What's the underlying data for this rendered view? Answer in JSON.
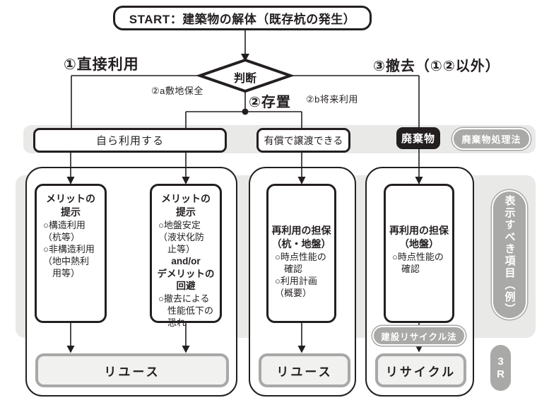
{
  "title": {
    "start": "START：建築物の解体（既存杭の発生）"
  },
  "decision": {
    "label": "判断"
  },
  "branches": {
    "direct_use": "①直接利用",
    "leave_in_place": "②存置",
    "site_preservation": "②a敷地保全",
    "future_use": "②b将来利用",
    "removal": "③撤去（①②以外）"
  },
  "band": {
    "self_use": "自ら利用する",
    "paid_transfer": "有償で譲渡できる",
    "waste": "廃棄物",
    "waste_law": "廃棄物処理法"
  },
  "boxes": {
    "box1": {
      "title": "メリットの\n提示",
      "body": "○構造利用\n（杭等）\n○非構造利用\n（地中熱利\n　用等）"
    },
    "box2": {
      "title": "メリットの\n提示",
      "body": "○地盤安定\n（液状化防\n　止等）",
      "mid": "and/or\nデメリットの\n回避",
      "body2": "○撤去による\n　性能低下の\n　恐れ"
    },
    "box3": {
      "title": "再利用の担保\n（杭・地盤）",
      "body": "○時点性能の\n　確認\n○利用計画\n（概要）"
    },
    "box4": {
      "title": "再利用の担保\n（地盤）",
      "body": "○時点性能の\n　確認"
    }
  },
  "results": {
    "reuse_left": "リユース",
    "reuse_mid": "リユース",
    "recycle": "リサイクル",
    "recycle_law": "建設リサイクル法"
  },
  "side": {
    "display_items": "表示すべき項目（例）",
    "three_r": "3\nR"
  },
  "icons": {
    "arrow": "down-arrowhead",
    "junction": "junction-dot",
    "diamond": "decision-diamond"
  },
  "colors": {
    "ink": "#231f20",
    "gray_background": "#e9e9e7",
    "pill_gray": "#a9a9a7",
    "result_fill": "#f1f1ef",
    "result_border": "#a8a8a8",
    "waste_black": "#231f20"
  }
}
